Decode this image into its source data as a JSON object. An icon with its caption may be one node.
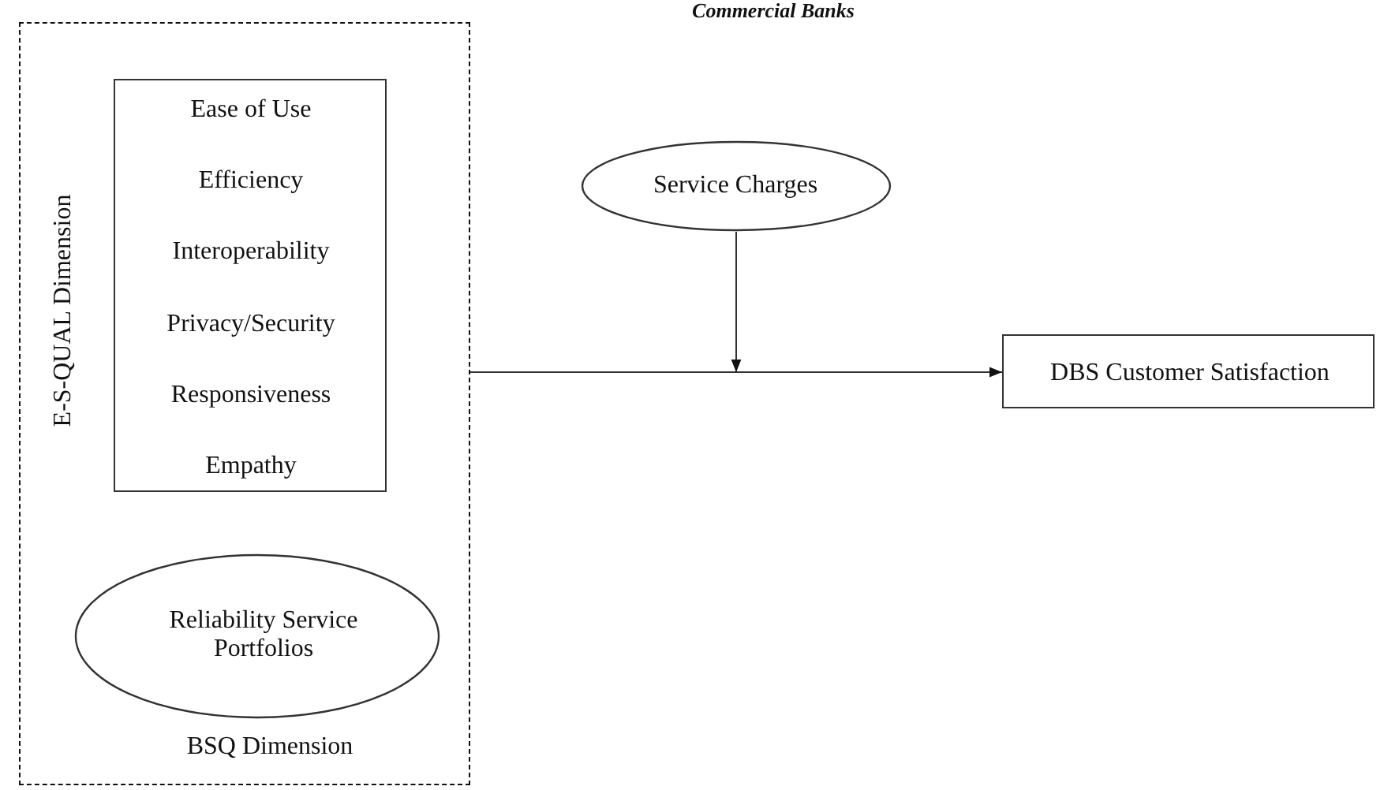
{
  "diagram": {
    "title": "Commercial Banks",
    "nodes": [
      {
        "text": [
          "E-S-QUAL Dimension",
          "BSQ Dimension"
        ]
      },
      {
        "text": [
          "Ease of Use",
          "Efficiency",
          "Interoperability",
          "Privacy/Security",
          "Responsiveness",
          "Empathy"
        ],
        "in": 0
      },
      {
        "text": [
          "Reliability Service Portfolios"
        ],
        "in": 0
      },
      {
        "text": [
          "Service Charges"
        ]
      },
      {
        "text": [
          "DBS Customer Satisfaction"
        ]
      }
    ],
    "edges": [
      {
        "from": 0,
        "to": 4,
        "arrow": "to"
      },
      {
        "from": 3,
        "to": null,
        "arrow": "to"
      }
    ]
  }
}
